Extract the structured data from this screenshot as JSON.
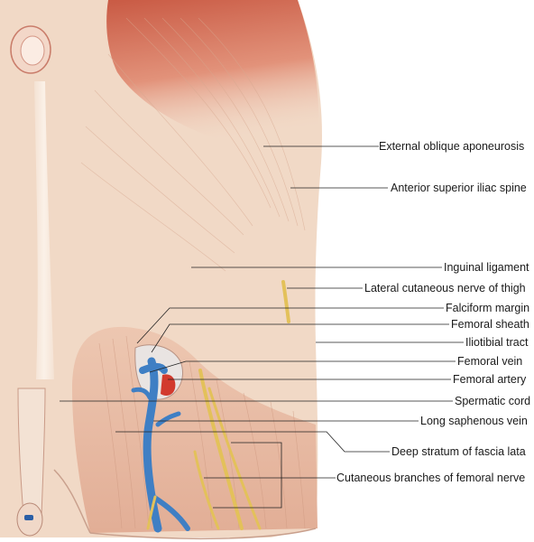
{
  "labels": [
    {
      "id": "external-oblique-aponeurosis",
      "text": "External oblique aponeurosis"
    },
    {
      "id": "anterior-superior-iliac-spine",
      "text": "Anterior superior iliac spine"
    },
    {
      "id": "inguinal-ligament",
      "text": "Inguinal ligament"
    },
    {
      "id": "lateral-cutaneous-nerve-of-thigh",
      "text": "Lateral cutaneous nerve of thigh"
    },
    {
      "id": "falciform-margin",
      "text": "Falciform margin"
    },
    {
      "id": "femoral-sheath",
      "text": "Femoral sheath"
    },
    {
      "id": "iliotibial-tract",
      "text": "Iliotibial tract"
    },
    {
      "id": "femoral-vein",
      "text": "Femoral vein"
    },
    {
      "id": "femoral-artery",
      "text": "Femoral artery"
    },
    {
      "id": "spermatic-cord",
      "text": "Spermatic cord"
    },
    {
      "id": "long-saphenous-vein",
      "text": "Long saphenous vein"
    },
    {
      "id": "deep-stratum-of-fascia-lata",
      "text": "Deep stratum of fascia lata"
    },
    {
      "id": "cutaneous-branches-of-femoral-nerve",
      "text": "Cutaneous branches of femoral nerve"
    }
  ],
  "colors": {
    "skin": "#f1d9c6",
    "skin_light": "#f7e8dc",
    "muscle": "#cf6a52",
    "fascia": "#e7c2ac",
    "vein": "#3f7fc4",
    "artery": "#d23a2e",
    "nerve": "#e3c15a",
    "leader": "#222222"
  }
}
